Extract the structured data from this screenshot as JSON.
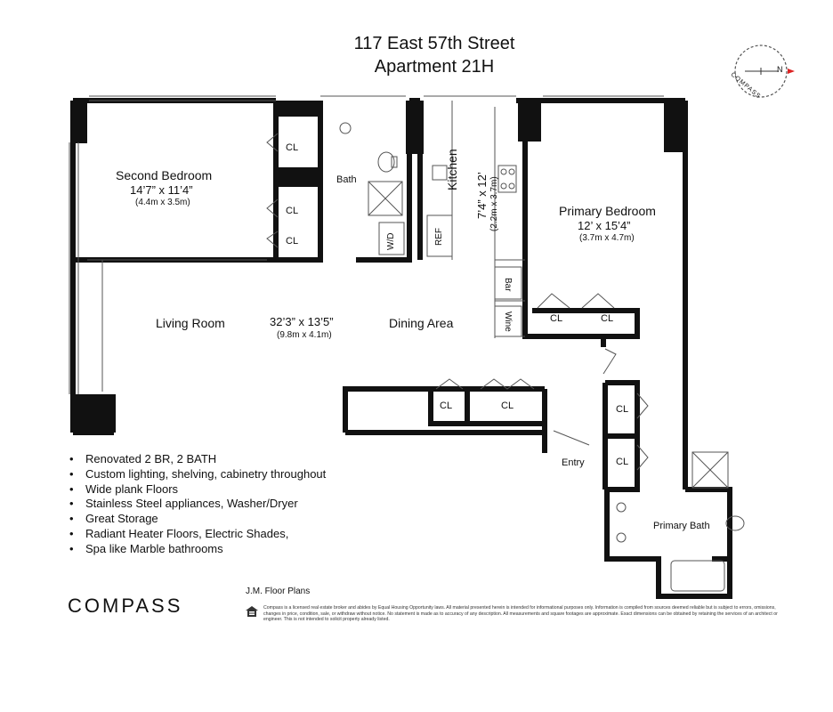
{
  "header": {
    "address": "117 East 57th Street",
    "unit": "Apartment 21H"
  },
  "compass": {
    "label": "COMPASS",
    "north": "N"
  },
  "rooms": {
    "second_bedroom": {
      "name": "Second Bedroom",
      "dims": "14’7” x 11’4”",
      "metric": "(4.4m x 3.5m)"
    },
    "bath": {
      "name": "Bath"
    },
    "kitchen": {
      "name": "Kitchen",
      "dims": "7’4” x 12’",
      "metric": "(2.2m x 3.7m)"
    },
    "primary_bedroom": {
      "name": "Primary Bedroom",
      "dims": "12’ x 15’4”",
      "metric": "(3.7m x 4.7m)"
    },
    "living_room": {
      "name": "Living Room",
      "dims": "32’3” x 13’5”",
      "metric": "(9.8m x 4.1m)"
    },
    "dining_area": {
      "name": "Dining Area"
    },
    "entry": {
      "name": "Entry"
    },
    "primary_bath": {
      "name": "Primary Bath"
    }
  },
  "fixtures": {
    "closet": "CL",
    "washer_dryer": "W/D",
    "refrigerator": "REF",
    "bar": "Bar",
    "wine": "Wine"
  },
  "features": [
    "Renovated 2 BR, 2 BATH",
    "Custom lighting, shelving, cabinetry throughout",
    "Wide plank Floors",
    "Stainless Steel appliances, Washer/Dryer",
    "Great Storage",
    "Radiant Heater Floors, Electric Shades,",
    "Spa like Marble bathrooms"
  ],
  "footer": {
    "brand": "COMPASS",
    "credit": "J.M. Floor Plans",
    "disclaimer": "Compass is a licensed real estate broker and abides by Equal Housing Opportunity laws. All material presented herein is intended for informational purposes only. Information is compiled from sources deemed reliable but is subject to errors, omissions, changes in price, condition, sale, or withdraw without notice. No statement is made as to accuracy of any description. All measurements and square footages are approximate. Exact dimensions can be obtained by retaining the services of an architect or engineer. This is not intended to solicit property already listed."
  }
}
